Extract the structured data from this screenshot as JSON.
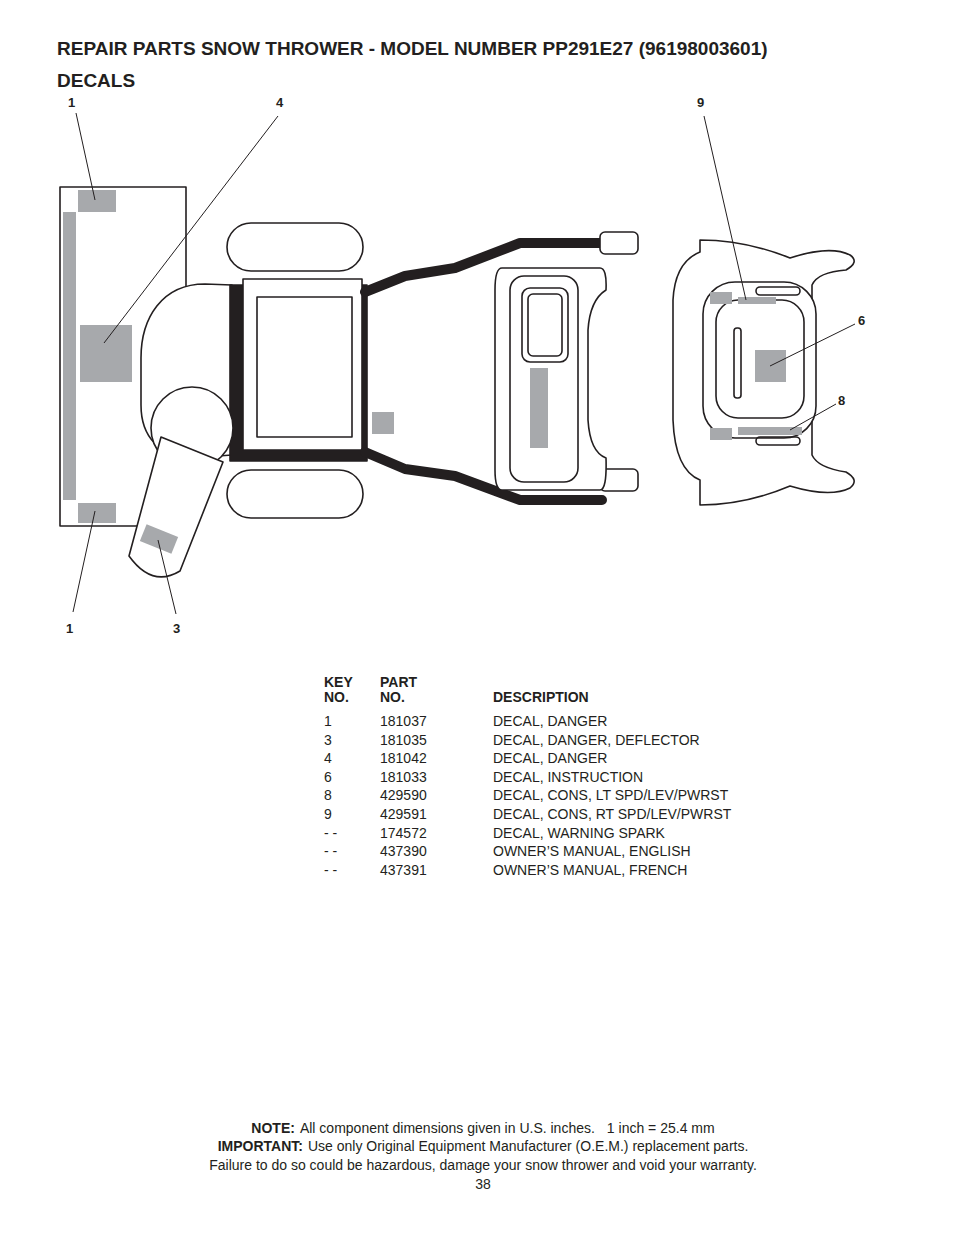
{
  "diagram": {
    "title": "REPAIR PARTS SNOW THROWER - MODEL NUMBER PP291E27 (96198003601)",
    "labels": [
      "DECALS",
      "1",
      "4",
      "9",
      "6",
      "8",
      "1",
      "3",
      "KEY NO.",
      "PART NO.",
      "DESCRIPTION",
      "1",
      "181037",
      "DECAL, DANGER",
      "3",
      "181035",
      "DECAL, DANGER, DEFLECTOR",
      "4",
      "181042",
      "DECAL, DANGER",
      "6",
      "181033",
      "DECAL, INSTRUCTION",
      "8",
      "429590",
      "DECAL, CONS, LT SPD/LEV/PWRST",
      "9",
      "429591",
      "DECAL, CONS, RT SPD/LEV/PWRST",
      "- -",
      "174572",
      "DECAL, WARNING SPARK",
      "- -",
      "437390",
      "OWNER’S MANUAL, ENGLISH",
      "- -",
      "437391",
      "OWNER’S MANUAL, FRENCH",
      "NOTE:",
      "All component dimensions given in U.S. inches.",
      "1 inch = 25.4 mm",
      "IMPORTANT:",
      "Use only Original Equipment Manufacturer (O.E.M.) replacement parts.",
      "Failure to do so could be hazardous, damage your snow thrower and void your warranty.",
      "38"
    ]
  }
}
